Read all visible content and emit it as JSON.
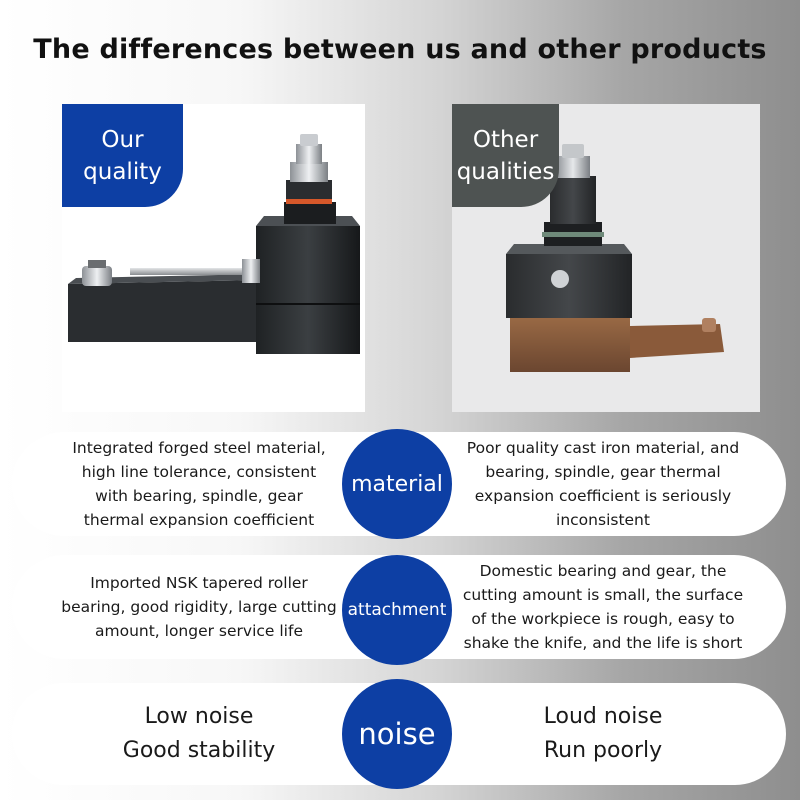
{
  "title": "The differences between us and other products",
  "left_panel": {
    "tag": [
      "Our",
      "quality"
    ]
  },
  "right_panel": {
    "tag": [
      "Other",
      "qualities"
    ]
  },
  "rows": [
    {
      "label": "material",
      "ours": [
        "Integrated forged steel material,",
        "high line tolerance, consistent",
        "with bearing, spindle, gear",
        "thermal expansion coefficient"
      ],
      "others": [
        "Poor quality cast iron material, and",
        "bearing, spindle, gear thermal",
        "expansion coefficient is seriously",
        "inconsistent"
      ]
    },
    {
      "label": "attachment",
      "ours": [
        "Imported NSK tapered roller",
        "bearing, good rigidity, large cutting",
        "amount, longer service life"
      ],
      "others": [
        "Domestic bearing and gear, the",
        "cutting amount is small, the surface",
        "of the workpiece is rough, easy to",
        "shake the knife, and the life is short"
      ]
    },
    {
      "label": "noise",
      "ours": [
        "Low noise",
        "Good stability"
      ],
      "others": [
        "Loud noise",
        "Run poorly"
      ]
    }
  ],
  "colors": {
    "accent_blue": "#0d3fa4",
    "dark_gray": "#4e5352"
  }
}
